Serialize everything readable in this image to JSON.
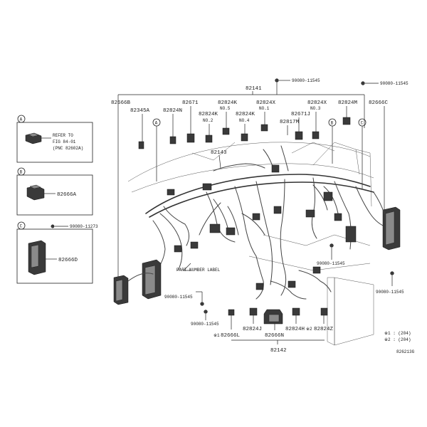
{
  "main_labels": {
    "p82141": "82141",
    "p82142": "82142",
    "p82666b": "82666B",
    "p82666c": "82666C",
    "p82345a": "82345A",
    "p82824n_l": "82824N",
    "p82671": "82671",
    "p82824k_no5": "82824K",
    "no5": "NO.5",
    "p82824k_no2": "82824K",
    "no2": "NO.2",
    "p82824k_no4": "82824K",
    "no4": "NO.4",
    "p82824x_no1": "82824X",
    "no1": "NO.1",
    "p82824x_no3": "82824X",
    "no3": "NO.3",
    "p82671j": "82671J",
    "p82817m": "82817M",
    "p82824m": "82824M",
    "p82143": "82143",
    "b1": "90080-11545",
    "b2": "90080-11545",
    "b3": "90080-11545",
    "b4": "90080-11545",
    "b5": "90080-11545",
    "b6": "90080-11545",
    "part_label": "PART NUMBER LABEL",
    "p82824j": "82824J",
    "p82824h": "82824H",
    "p82824z": "82824Z",
    "p82666l": "82666L",
    "p82666n": "82666N",
    "star1": "※1",
    "star2": "※2",
    "note1": "※1 : (204)",
    "note2": "※2 : (204)",
    "diagram_id": "826213G"
  },
  "callouts": {
    "a": "A",
    "b": "B",
    "c": "C"
  },
  "inset_a": {
    "letter": "A",
    "line1": "REFER TO",
    "line2": "FIG 84-01",
    "line3": "(PNC 82602A)"
  },
  "inset_b": {
    "letter": "B",
    "part": "82666A"
  },
  "inset_c": {
    "letter": "C",
    "bolt": "90080-11273",
    "part": "82666D"
  }
}
